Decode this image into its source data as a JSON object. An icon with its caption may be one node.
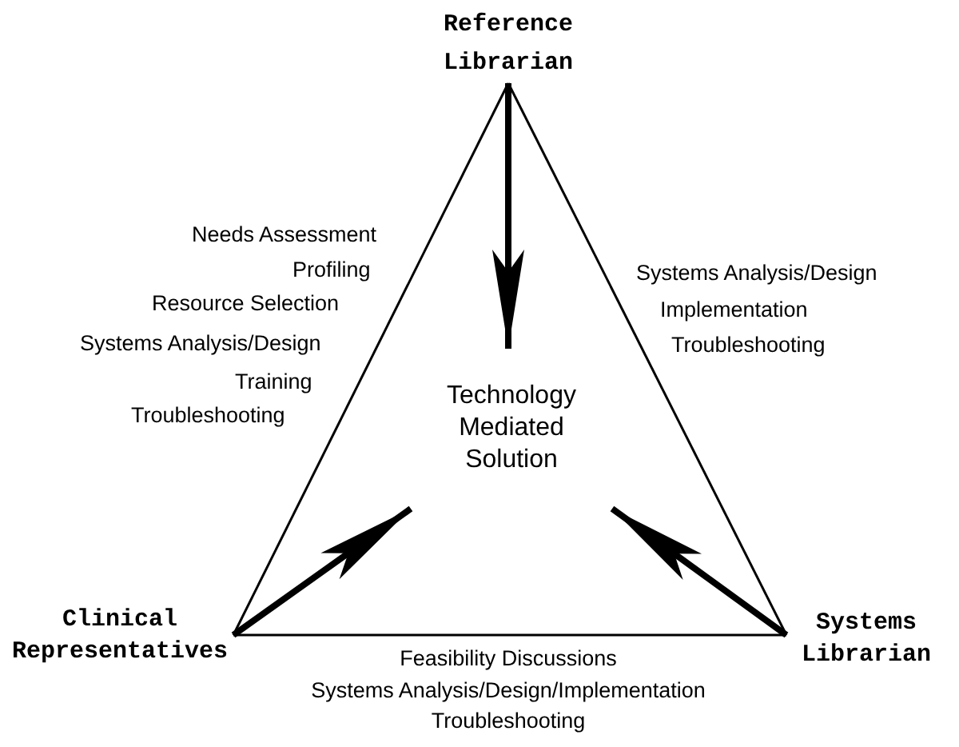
{
  "diagram": {
    "nodes": [
      {
        "text": [
          "Reference Librarian"
        ]
      },
      {
        "text": [
          "Clinical Representatives"
        ]
      },
      {
        "text": [
          "Systems Librarian"
        ]
      },
      {
        "text": [
          "Technology Mediated Solution"
        ]
      }
    ],
    "edges": [
      {
        "from": 0,
        "to": 1,
        "arrow": "none"
      },
      {
        "from": 0,
        "to": 2,
        "arrow": "none"
      },
      {
        "from": 1,
        "to": 2,
        "arrow": "none"
      },
      {
        "from": 0,
        "to": 3,
        "arrow": "to",
        "style": "thick"
      },
      {
        "from": 1,
        "to": 3,
        "arrow": "to",
        "style": "thick"
      },
      {
        "from": 2,
        "to": 3,
        "arrow": "to",
        "style": "thick"
      }
    ],
    "labels": [
      "Needs Assessment",
      "Profiling",
      "Systems Analysis/Design",
      "Resource Selection",
      "Implementation",
      "Systems Analysis/Design",
      "Troubleshooting",
      "Training",
      "Troubleshooting",
      "Feasibility Discussions",
      "Systems Analysis/Design/Implementation",
      "Troubleshooting"
    ]
  }
}
